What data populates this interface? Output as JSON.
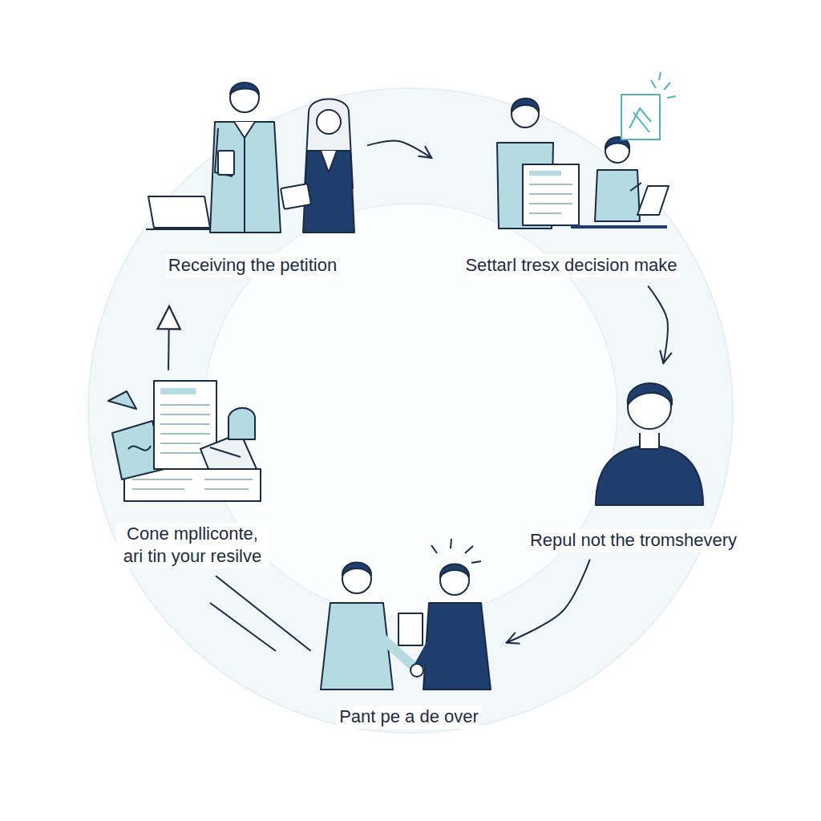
{
  "diagram": {
    "nodes": [
      {
        "text": [
          "Receiving the petition"
        ]
      },
      {
        "text": [
          "Settarl tresx decision make"
        ]
      },
      {
        "text": [
          "Repul not the tromshevery"
        ]
      },
      {
        "text": [
          "Pant pe a de over"
        ]
      },
      {
        "text": [
          "Cone mplliconte, ari tin your resilve"
        ]
      }
    ],
    "edges": [
      {
        "from": 0,
        "to": 1,
        "arrow": "to"
      },
      {
        "from": 1,
        "to": 2,
        "arrow": "to"
      },
      {
        "from": 2,
        "to": 3,
        "arrow": "to"
      },
      {
        "from": 3,
        "to": 4,
        "arrow": "none"
      },
      {
        "from": 4,
        "to": 0,
        "arrow": "to"
      }
    ]
  }
}
